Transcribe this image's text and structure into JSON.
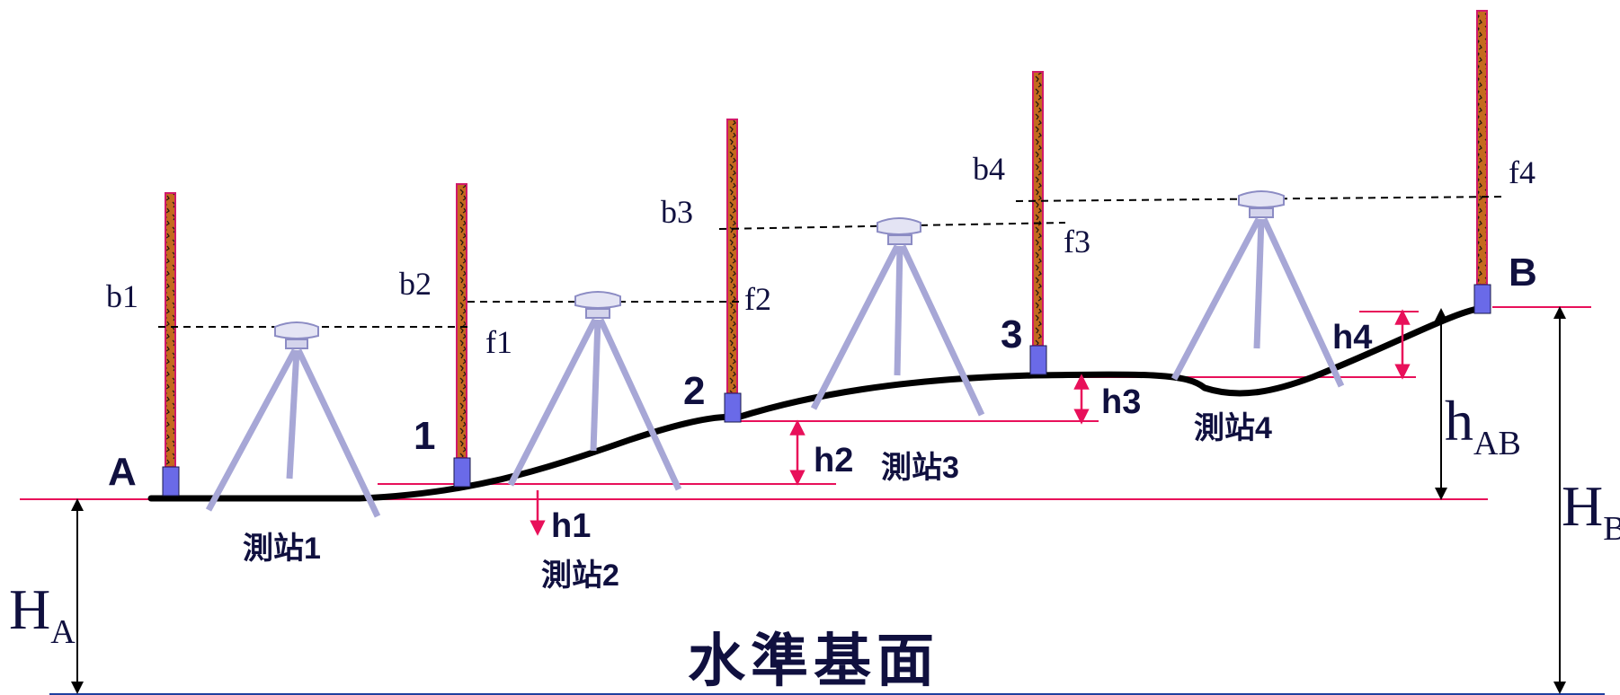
{
  "colors": {
    "ground": "#000000",
    "reference_line": "#e8105a",
    "datum_line": "#1f3f9f",
    "staff_fill": "#c46a1e",
    "staff_border": "#d11a6a",
    "staff_base": "#6a6ae8",
    "tripod": "#a7a7d6",
    "label": "#10103f"
  },
  "points": {
    "A": "A",
    "p1": "1",
    "p2": "2",
    "p3": "3",
    "B": "B"
  },
  "backsights": {
    "b1": "b1",
    "b2": "b2",
    "b3": "b3",
    "b4": "b4"
  },
  "foresights": {
    "f1": "f1",
    "f2": "f2",
    "f3": "f3",
    "f4": "f4"
  },
  "height_diffs": {
    "h1": "h1",
    "h2": "h2",
    "h3": "h3",
    "h4": "h4"
  },
  "stations": {
    "s1": "測站1",
    "s2": "測站2",
    "s3": "測站3",
    "s4": "測站4"
  },
  "elevations": {
    "HA": {
      "main": "H",
      "sub": "A"
    },
    "HB": {
      "main": "H",
      "sub": "B"
    },
    "hAB": {
      "main": "h",
      "sub": "AB"
    }
  },
  "datum_label": "水準基面"
}
